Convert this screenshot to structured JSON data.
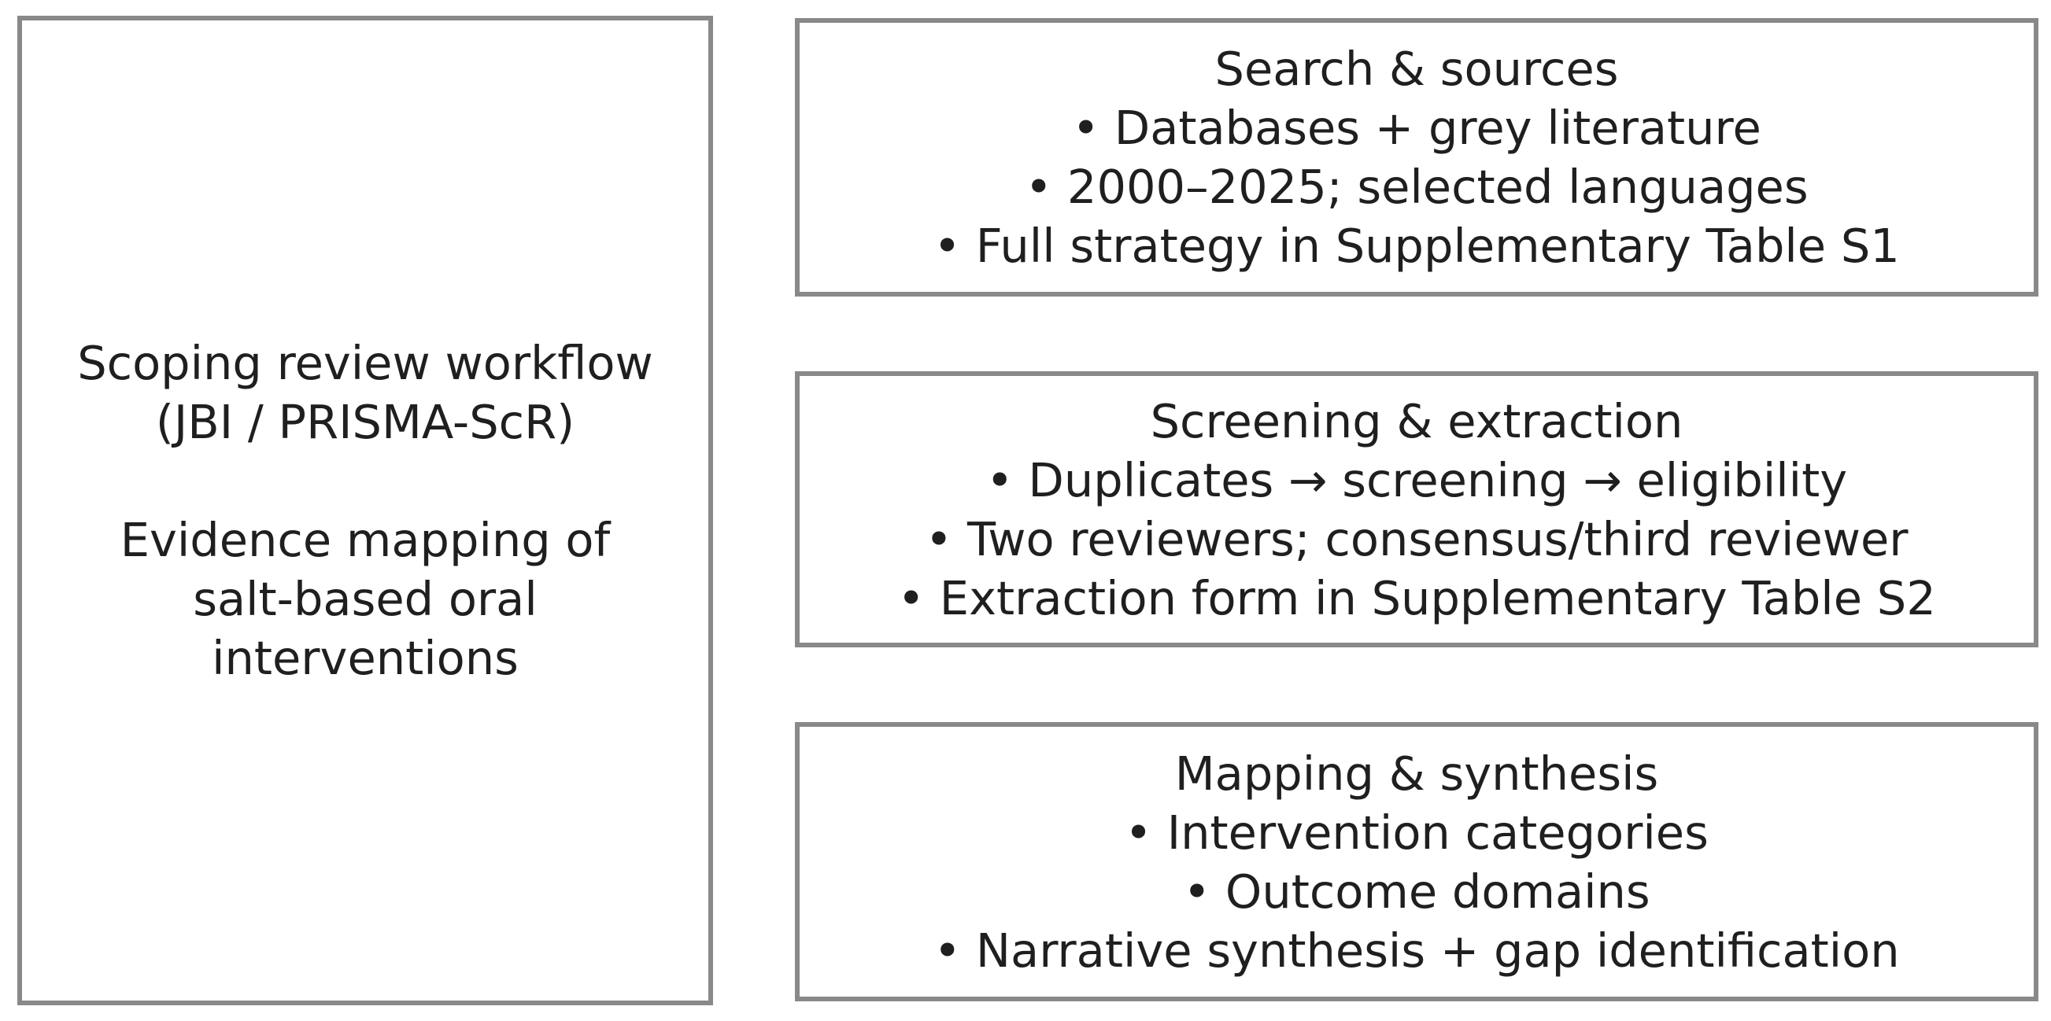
{
  "diagram": {
    "background_color": "#ffffff",
    "border_color": "#898989",
    "text_color": "#1f1f1f",
    "left_panel": {
      "lines": [
        "Scoping review workflow",
        "(JBI / PRISMA-ScR)",
        "",
        "Evidence mapping of",
        "salt-based oral",
        "interventions"
      ]
    },
    "stages": [
      {
        "title": "Search & sources",
        "bullets": [
          "• Databases + grey literature",
          "• 2000–2025; selected languages",
          "• Full strategy in Supplementary Table S1"
        ]
      },
      {
        "title": "Screening & extraction",
        "bullets": [
          "• Duplicates → screening → eligibility",
          "• Two reviewers; consensus/third reviewer",
          "• Extraction form in Supplementary Table S2"
        ]
      },
      {
        "title": "Mapping & synthesis",
        "bullets": [
          "• Intervention categories",
          "• Outcome domains",
          "• Narrative synthesis + gap identification"
        ]
      }
    ]
  }
}
